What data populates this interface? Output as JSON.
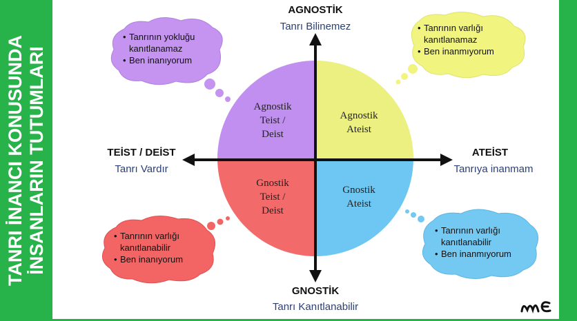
{
  "sidebar": {
    "title_line1": "TANRI İNANCI KONUSUNDA",
    "title_line2": "İNSANLARIN TUTUMLARI"
  },
  "axes": {
    "top": {
      "title": "AGNOSTİK",
      "subtitle": "Tanrı Bilinemez"
    },
    "bottom": {
      "title": "GNOSTİK",
      "subtitle": "Tanrı Kanıtlanabilir"
    },
    "left": {
      "title": "TEİST / DEİST",
      "subtitle": "Tanrı Vardır"
    },
    "right": {
      "title": "ATEİST",
      "subtitle": "Tanrıya inanmam"
    }
  },
  "quadrants": {
    "top_left": {
      "label": "Agnostik\nTeist /\nDeist",
      "color": "#c08ff0"
    },
    "top_right": {
      "label": "Agnostik\nAteist",
      "color": "#ecf080"
    },
    "bottom_left": {
      "label": "Gnostik\nTeist /\nDeist",
      "color": "#f36a6a"
    },
    "bottom_right": {
      "label": "Gnostik\nAteist",
      "color": "#6ec7f2"
    }
  },
  "bubbles": {
    "top_left": {
      "items": [
        "Tanrının yokluğu kanıtlanamaz",
        "Ben inanıyorum"
      ],
      "color": "#c593f0"
    },
    "top_right": {
      "items": [
        "Tanrının varlığı kanıtlanamaz",
        "Ben inanmıyorum"
      ],
      "color": "#f1f47f"
    },
    "bottom_left": {
      "items": [
        "Tanrının varlığı kanıtlanabilir",
        "Ben inanıyorum"
      ],
      "color": "#f36464"
    },
    "bottom_right": {
      "items": [
        "Tanrının varlığı kanıtlanabilir",
        "Ben inanmıyorum"
      ],
      "color": "#74c9f3"
    }
  },
  "colors": {
    "sidebar": "#27b24a",
    "axis": "#111111",
    "subtitle": "#2a3f74"
  },
  "logo": {
    "icon": "signature-logo"
  }
}
